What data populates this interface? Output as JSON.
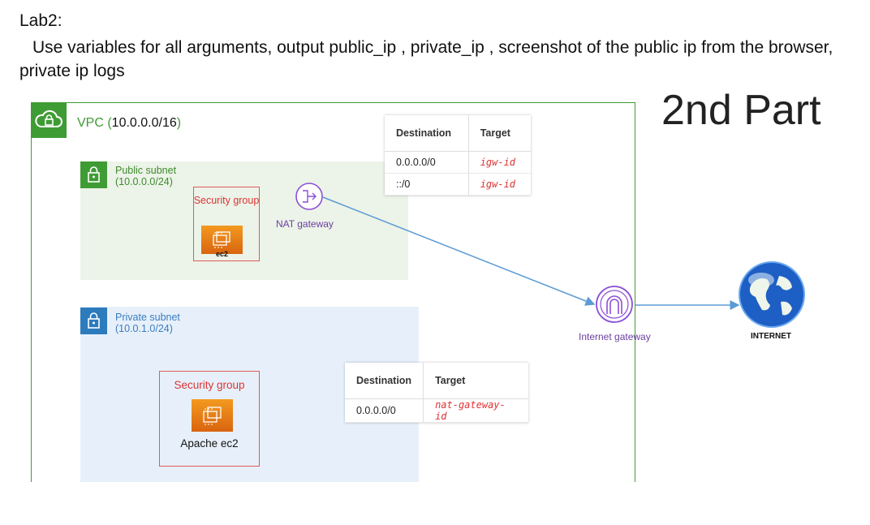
{
  "header": {
    "title": "Lab2:",
    "instructions": "Use variables for all arguments, output public_ip , private_ip , screenshot of the public ip from the browser, private ip logs",
    "part": "2nd Part"
  },
  "vpc": {
    "name": "VPC (",
    "cidr": "10.0.0.0/16",
    "close": ")"
  },
  "public_subnet": {
    "name": "Public subnet",
    "cidr": "(10.0.0.0/24)"
  },
  "private_subnet": {
    "name": "Private subnet",
    "cidr": "(10.0.1.0/24)"
  },
  "public_sg": {
    "label": "Security group",
    "instance": "ec2"
  },
  "private_sg": {
    "label": "Security group",
    "instance": "Apache ec2"
  },
  "nat_gateway": {
    "label": "NAT gateway"
  },
  "internet_gateway": {
    "label": "Internet gateway"
  },
  "internet": {
    "label": "INTERNET"
  },
  "public_route_table": {
    "headers": [
      "Destination",
      "Target"
    ],
    "rows": [
      {
        "destination": "0.0.0.0/0",
        "target": "igw-id"
      },
      {
        "destination": "::/0",
        "target": "igw-id"
      }
    ]
  },
  "private_route_table": {
    "headers": [
      "Destination",
      "Target"
    ],
    "rows": [
      {
        "destination": "0.0.0.0/0",
        "target": "nat-gateway-id"
      }
    ]
  },
  "colors": {
    "vpc_green": "#3f9c35",
    "public_subnet_bg": "#ecf3e8",
    "private_subnet_bg": "#e7f0fa",
    "security_group_red": "#e05a5a",
    "ec2_orange": "#f39a1f",
    "gateway_purple": "#8c4fd6",
    "arrow_blue": "#5b9bd5"
  }
}
